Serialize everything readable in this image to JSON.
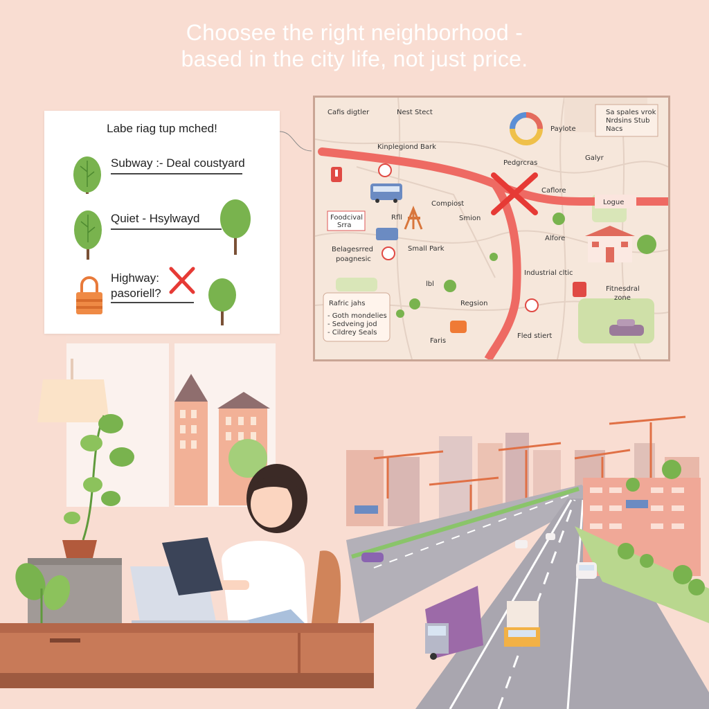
{
  "headline": {
    "line1": "Choosee the right neighborhood -",
    "line2": "based in the city life, not just price."
  },
  "checklist": {
    "title": "Labe riag tup mched!",
    "items": [
      {
        "text": "Subway :- Deal coustyard",
        "status": "ok"
      },
      {
        "text": "Quiet - Hsylwayd",
        "status": "ok"
      },
      {
        "text": "Highway:",
        "text2": "pasoriell?",
        "status": "rejected"
      }
    ]
  },
  "map": {
    "labels": {
      "title": "Cafis digtler",
      "nest": "Nest Stect",
      "kinplayground": "Kinplegiond Bark",
      "paylote": "Paylote",
      "legend1": "Sa spales vrok",
      "legend2": "Nrdsins Stub",
      "legend3": "Nacs",
      "pedgrcras": "Pedgrcras",
      "galyr": "Galyr",
      "caflore": "Caflore",
      "logue": "Logue",
      "compiost": "Compiost",
      "smion": "Smion",
      "foodcival1": "Foodcival",
      "foodcival2": "Srra",
      "rr": "Rfll",
      "alfore": "Alfore",
      "belagesred1": "Belagesrred",
      "belagesred2": "poagnesic",
      "smallpark": "Small Park",
      "industrial": "Industrial cltic",
      "fitnesdral1": "Fitnesdral",
      "fitnesdral2": "zone",
      "traffic": "Rafric jahs",
      "t1": "- Goth mondelies",
      "t2": "- Sedveing jod",
      "t3": "- Cildrey Seals",
      "regsion": "Regsion",
      "faris": "Faris",
      "fled": "Fled stiert",
      "ibi": "lbl"
    }
  },
  "colors": {
    "background": "#f9ddd2",
    "road": "#ee6a63",
    "reject": "#e63a35",
    "tree": "#79b34e",
    "map_bg": "#f6e7db"
  }
}
